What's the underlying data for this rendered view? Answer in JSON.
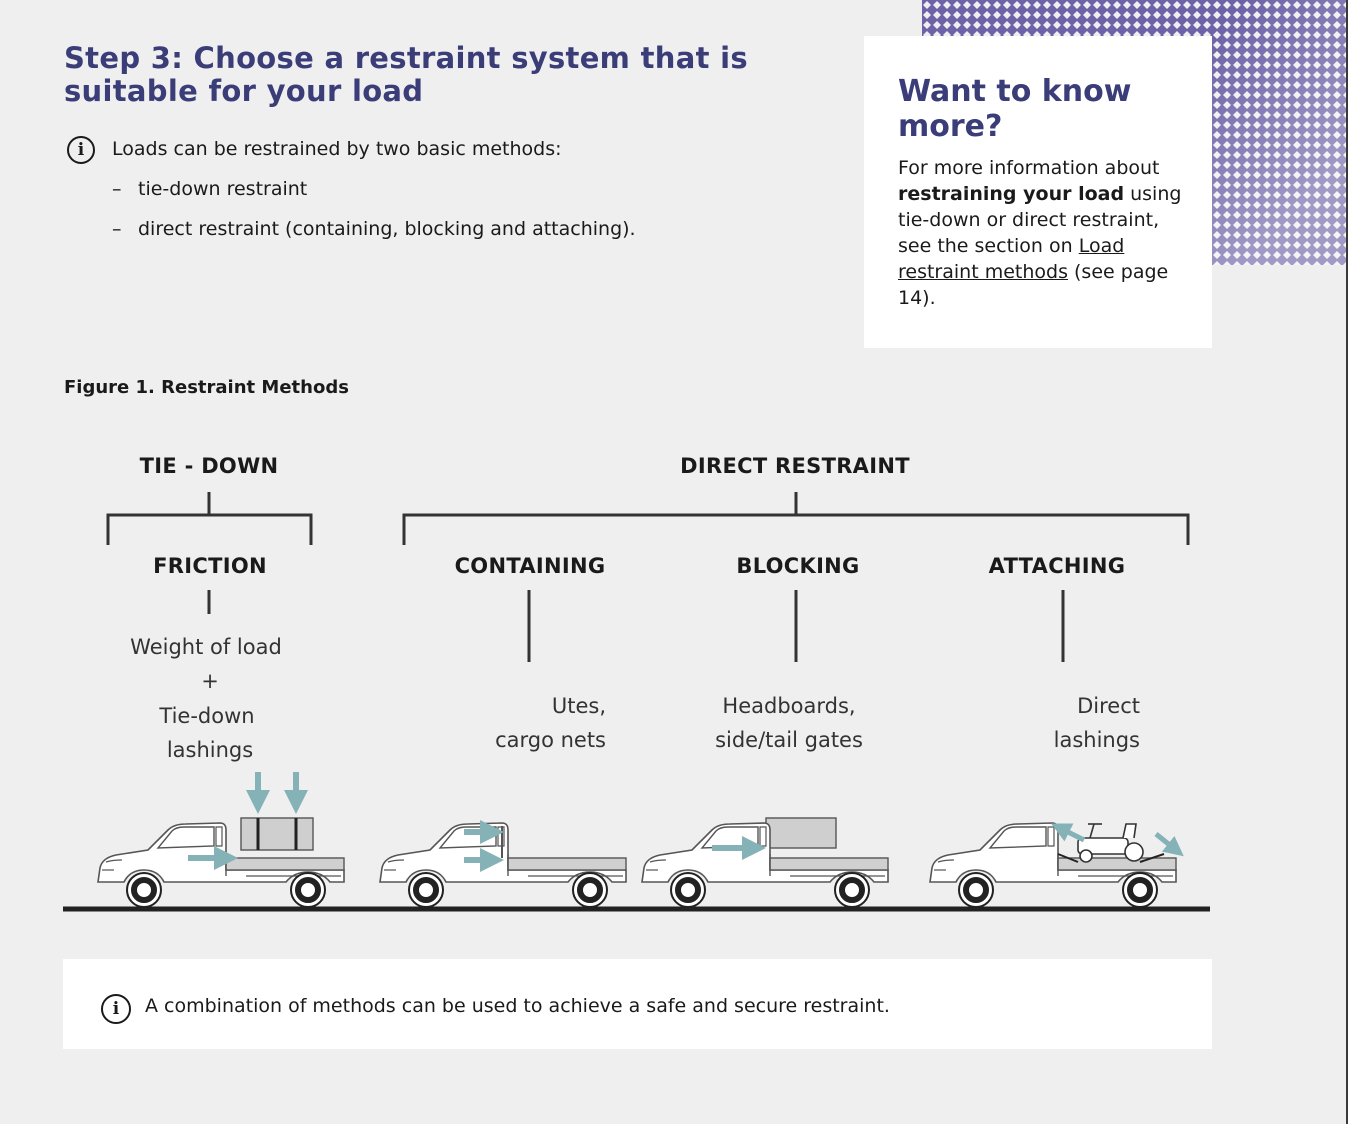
{
  "heading": {
    "title": "Step 3: Choose a restraint system that is suitable for your load"
  },
  "intro": {
    "text": "Loads can be restrained by two basic methods:",
    "bullets": [
      "tie-down restraint",
      "direct restraint (containing, blocking and attaching)."
    ]
  },
  "sidebar": {
    "title": "Want to know more?",
    "text_1": "For more information about ",
    "bold_1": "restraining your load",
    "text_2": " using tie-down or direct restraint, see the section on ",
    "link_label": "Load restraint methods",
    "text_3": " (see page 14)."
  },
  "figure": {
    "caption": "Figure 1. Restraint Methods",
    "groups": [
      {
        "label": "TIE - DOWN"
      },
      {
        "label": "DIRECT RESTRAINT"
      }
    ],
    "methods": [
      {
        "label": "FRICTION",
        "line1": "Weight of load",
        "line2": "+",
        "line3": "Tie-down",
        "line4": "lashings"
      },
      {
        "label": "CONTAINING",
        "line1": "Utes,",
        "line2": "cargo nets"
      },
      {
        "label": "BLOCKING",
        "line1": "Headboards,",
        "line2": "side/tail gates"
      },
      {
        "label": "ATTACHING",
        "line1": "Direct",
        "line2": "lashings"
      }
    ]
  },
  "note": {
    "text": "A combination of methods can be used to achieve a safe and secure restraint."
  },
  "colors": {
    "heading": "#3a3d78",
    "pattern": "#6e62a8",
    "arrow": "#85b2b6",
    "background": "#efefef"
  }
}
